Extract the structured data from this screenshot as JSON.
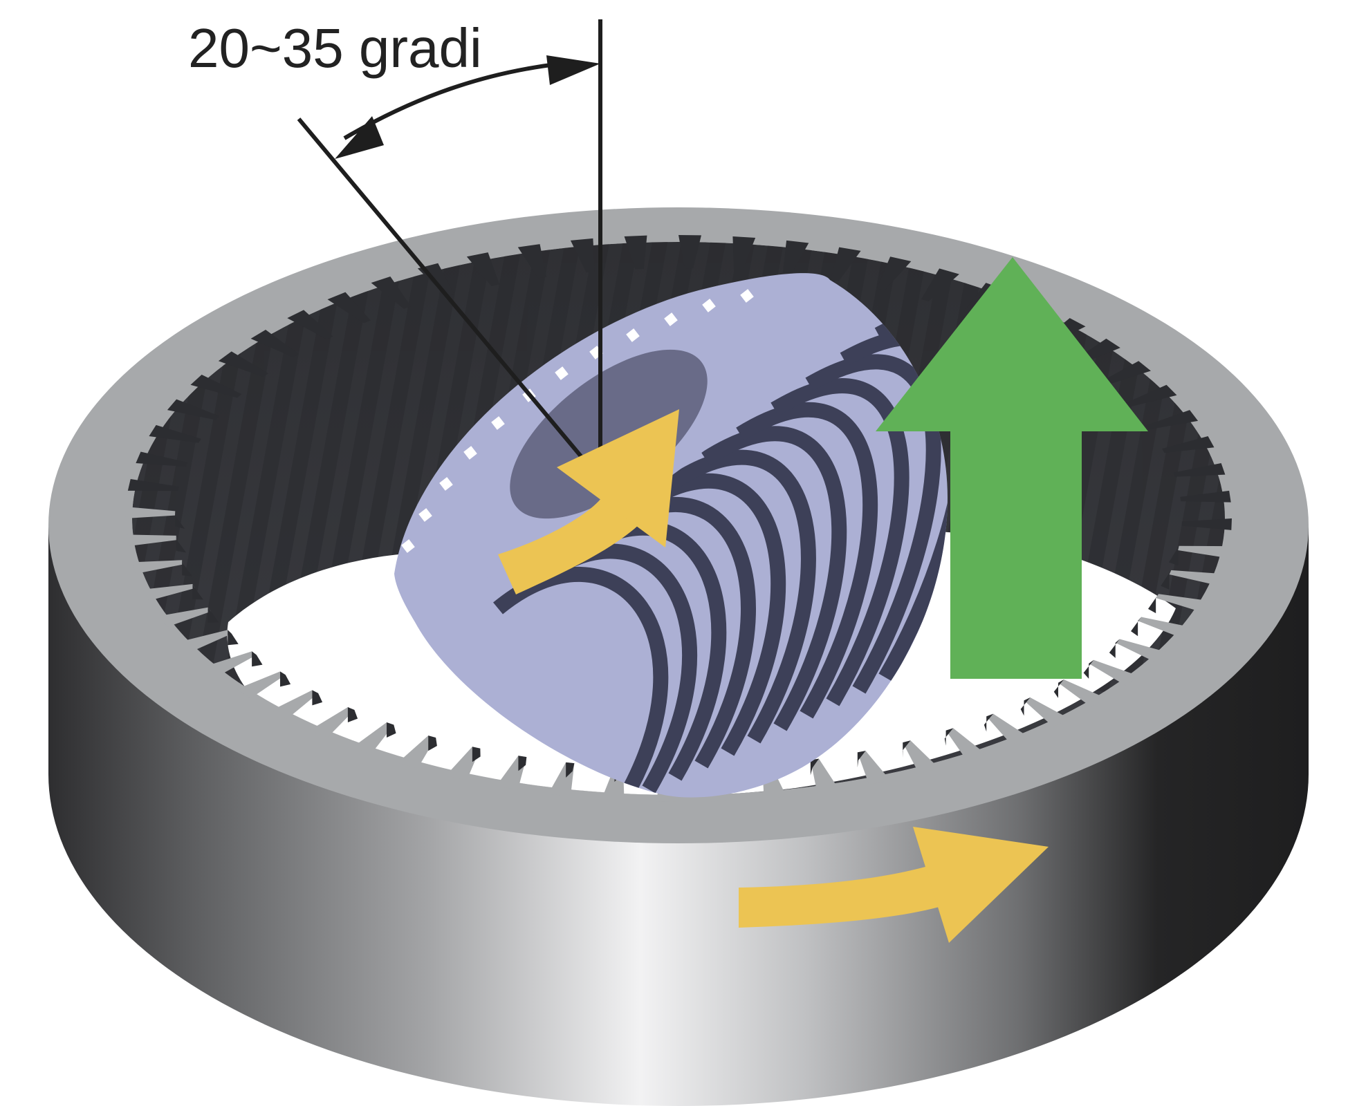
{
  "diagram": {
    "angle_label": "20~35 gradi",
    "components": {
      "ring": "internal-gear-ring",
      "cutter": "helical-skiving-cutter",
      "feed_arrow": "axial-feed-arrow",
      "cutter_rotation_arrow": "cutter-rotation-arrow",
      "ring_rotation_arrow": "ring-rotation-arrow"
    },
    "colors": {
      "ring_top": "#a7a9ab",
      "ring_inner": "#35363a",
      "cutter_face": "#acb0d4",
      "cutter_hub": "#696b88",
      "cutter_grooves": "#3d4058",
      "feed_arrow": "#60b157",
      "rotation_arrows": "#ecc453",
      "lines": "#1e1e1e"
    },
    "ring_teeth": 64
  }
}
